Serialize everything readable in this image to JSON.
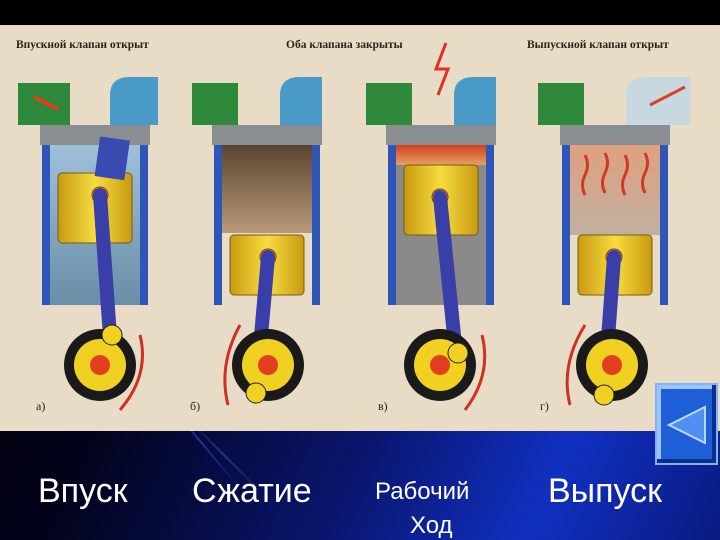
{
  "diagram": {
    "captions": {
      "intake": "Впускной клапан открыт",
      "closed": "Оба клапана закрыты",
      "exhaust": "Выпускной клапан открыт"
    },
    "sublabels": [
      "а)",
      "б)",
      "в)",
      "г)"
    ]
  },
  "labels": {
    "stroke1": "Впуск",
    "stroke2": "Сжатие",
    "stroke3_line1": "Рабочий",
    "stroke3_line2": "Ход",
    "stroke4": "Выпуск"
  },
  "navigation": {
    "back_icon": "triangle-left-icon"
  },
  "colors": {
    "background_accent": "#1030c0",
    "cylinder": "#2e56b8",
    "intake_pipe": "#2e8a3a",
    "exhaust_pipe": "#4a9ac8",
    "piston": "#e8c020"
  }
}
